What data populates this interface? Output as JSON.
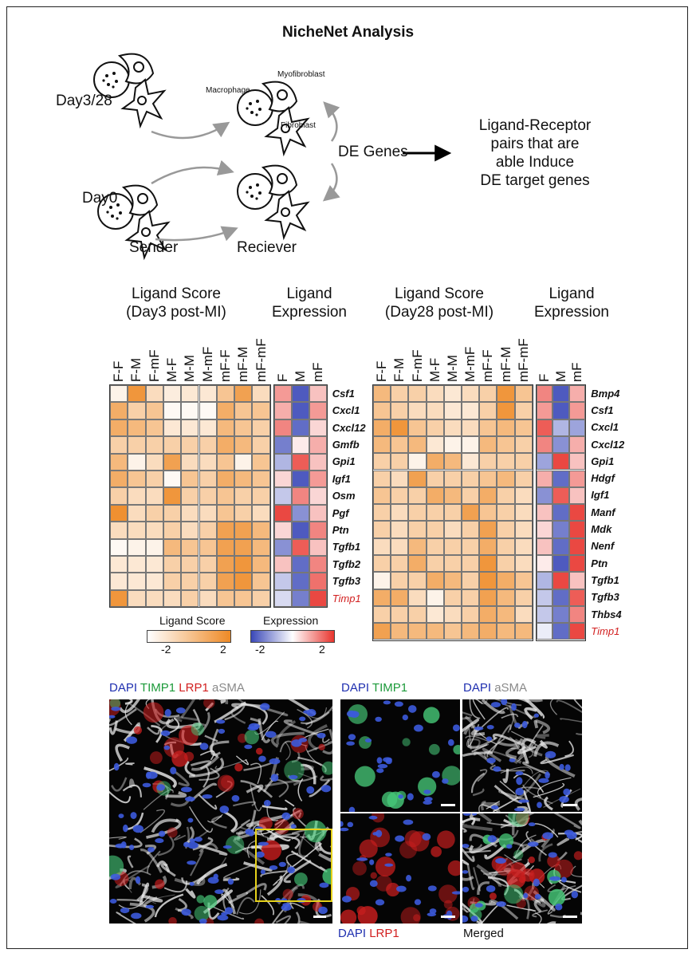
{
  "title": "NicheNet Analysis",
  "schematic": {
    "day_top": "Day3/28",
    "day_bottom": "Day0",
    "sender": "Sender",
    "receiver": "Reciever",
    "macrophage": "Macrophage",
    "myofibroblast": "Myofibroblast",
    "fibroblast": "Fibroblast",
    "de_genes": "DE Genes",
    "result_lines": [
      "Ligand-Receptor",
      "pairs that are",
      "able Induce",
      "DE target genes"
    ]
  },
  "heatmap_left": {
    "score_title": [
      "Ligand Score",
      "(Day3 post-MI)"
    ],
    "expr_title": [
      "Ligand",
      "Expression"
    ],
    "score_cols": [
      "F-F",
      "F-M",
      "F-mF",
      "M-F",
      "M-M",
      "M-mF",
      "mF-F",
      "mF-M",
      "mF-mF"
    ],
    "expr_cols": [
      "F",
      "M",
      "mF"
    ],
    "rows": [
      "Csf1",
      "Cxcl1",
      "Cxcl12",
      "Gmfb",
      "Gpi1",
      "Igf1",
      "Osm",
      "Pgf",
      "Ptn",
      "Tgfb1",
      "Tgfb2",
      "Tgfb3",
      "Timp1"
    ],
    "highlight_row": "Timp1",
    "score": [
      [
        0.1,
        0.9,
        0.3,
        0.15,
        0.2,
        0.2,
        0.5,
        0.8,
        0.3
      ],
      [
        0.7,
        0.4,
        0.5,
        0.05,
        0.05,
        0.05,
        0.7,
        0.5,
        0.5
      ],
      [
        0.7,
        0.6,
        0.5,
        0.2,
        0.2,
        0.2,
        0.6,
        0.5,
        0.4
      ],
      [
        0.4,
        0.4,
        0.4,
        0.4,
        0.4,
        0.4,
        0.7,
        0.6,
        0.4
      ],
      [
        0.6,
        0.1,
        0.3,
        0.8,
        0.3,
        0.3,
        0.5,
        0.1,
        0.5
      ],
      [
        0.7,
        0.5,
        0.4,
        0.05,
        0.5,
        0.4,
        0.7,
        0.6,
        0.5
      ],
      [
        0.4,
        0.3,
        0.3,
        0.9,
        0.4,
        0.4,
        0.5,
        0.4,
        0.4
      ],
      [
        0.95,
        0.3,
        0.4,
        0.4,
        0.3,
        0.3,
        0.5,
        0.4,
        0.3
      ],
      [
        0.3,
        0.3,
        0.3,
        0.4,
        0.3,
        0.4,
        0.8,
        0.8,
        0.6
      ],
      [
        0.05,
        0.1,
        0.1,
        0.6,
        0.5,
        0.5,
        0.8,
        0.8,
        0.6
      ],
      [
        0.2,
        0.2,
        0.2,
        0.4,
        0.4,
        0.4,
        0.8,
        0.9,
        0.6
      ],
      [
        0.2,
        0.2,
        0.2,
        0.4,
        0.4,
        0.4,
        0.8,
        0.9,
        0.5
      ],
      [
        0.9,
        0.3,
        0.3,
        0.3,
        0.4,
        0.3,
        0.5,
        0.5,
        0.4
      ]
    ],
    "expression": [
      [
        0.5,
        -0.9,
        0.3
      ],
      [
        0.4,
        -0.9,
        0.5
      ],
      [
        0.6,
        -0.8,
        0.2
      ],
      [
        -0.7,
        0.1,
        0.4
      ],
      [
        -0.4,
        0.8,
        0.3
      ],
      [
        0.2,
        -0.9,
        0.5
      ],
      [
        -0.3,
        0.6,
        0.2
      ],
      [
        0.9,
        -0.6,
        0.3
      ],
      [
        0.2,
        -0.9,
        0.6
      ],
      [
        -0.6,
        0.8,
        0.3
      ],
      [
        0.3,
        -0.8,
        0.6
      ],
      [
        -0.3,
        -0.8,
        0.7
      ],
      [
        -0.2,
        -0.7,
        0.9
      ]
    ],
    "legend": {
      "score_label": "Ligand Score",
      "score_min": "-2",
      "score_max": "2",
      "expr_label": "Expression",
      "expr_min": "-2",
      "expr_max": "2"
    }
  },
  "heatmap_right": {
    "score_title": [
      "Ligand Score",
      "(Day28 post-MI)"
    ],
    "expr_title": [
      "Ligand",
      "Expression"
    ],
    "score_cols": [
      "F-F",
      "F-M",
      "F-mF",
      "M-F",
      "M-M",
      "M-mF",
      "mF-F",
      "mF-M",
      "mF-mF"
    ],
    "expr_cols": [
      "F",
      "M",
      "mF"
    ],
    "rows": [
      "Bmp4",
      "Csf1",
      "Cxcl1",
      "Cxcl12",
      "Gpi1",
      "Hdgf",
      "Igf1",
      "Manf",
      "Mdk",
      "Nenf",
      "Ptn",
      "Tgfb1",
      "Tgfb3",
      "Thbs4",
      "Timp1"
    ],
    "highlight_row": "Timp1",
    "score": [
      [
        0.6,
        0.4,
        0.4,
        0.3,
        0.2,
        0.3,
        0.4,
        0.9,
        0.5
      ],
      [
        0.5,
        0.4,
        0.3,
        0.3,
        0.2,
        0.2,
        0.4,
        0.9,
        0.4
      ],
      [
        0.7,
        0.9,
        0.5,
        0.4,
        0.3,
        0.3,
        0.5,
        0.6,
        0.5
      ],
      [
        0.6,
        0.5,
        0.6,
        0.2,
        0.1,
        0.1,
        0.6,
        0.5,
        0.4
      ],
      [
        0.4,
        0.4,
        0.1,
        0.7,
        0.6,
        0.2,
        0.4,
        0.4,
        0.4
      ],
      [
        0.4,
        0.3,
        0.8,
        0.4,
        0.4,
        0.4,
        0.5,
        0.6,
        0.4
      ],
      [
        0.5,
        0.4,
        0.4,
        0.7,
        0.6,
        0.4,
        0.7,
        0.4,
        0.3
      ],
      [
        0.4,
        0.3,
        0.4,
        0.4,
        0.4,
        0.8,
        0.5,
        0.4,
        0.3
      ],
      [
        0.4,
        0.3,
        0.4,
        0.4,
        0.3,
        0.4,
        0.8,
        0.4,
        0.3
      ],
      [
        0.3,
        0.3,
        0.6,
        0.4,
        0.4,
        0.4,
        0.7,
        0.4,
        0.3
      ],
      [
        0.4,
        0.4,
        0.7,
        0.4,
        0.4,
        0.4,
        0.9,
        0.4,
        0.3
      ],
      [
        0.1,
        0.4,
        0.4,
        0.7,
        0.6,
        0.4,
        0.9,
        0.7,
        0.5
      ],
      [
        0.7,
        0.7,
        0.3,
        0.1,
        0.4,
        0.4,
        0.8,
        0.6,
        0.4
      ],
      [
        0.4,
        0.4,
        0.4,
        0.2,
        0.3,
        0.4,
        0.7,
        0.6,
        0.3
      ],
      [
        0.8,
        0.6,
        0.6,
        0.6,
        0.5,
        0.6,
        0.7,
        0.6,
        0.6
      ]
    ],
    "expression": [
      [
        0.6,
        -0.9,
        0.4
      ],
      [
        0.5,
        -0.9,
        0.5
      ],
      [
        0.8,
        -0.4,
        -0.5
      ],
      [
        0.6,
        -0.6,
        0.4
      ],
      [
        -0.5,
        0.9,
        0.3
      ],
      [
        0.4,
        -0.8,
        0.5
      ],
      [
        -0.6,
        0.8,
        0.3
      ],
      [
        0.3,
        -0.8,
        0.9
      ],
      [
        0.2,
        -0.7,
        0.9
      ],
      [
        0.3,
        -0.8,
        0.9
      ],
      [
        0.1,
        -0.9,
        0.9
      ],
      [
        -0.4,
        0.9,
        0.3
      ],
      [
        -0.3,
        -0.8,
        0.8
      ],
      [
        -0.3,
        -0.7,
        0.6
      ],
      [
        -0.1,
        -0.8,
        0.9
      ]
    ]
  },
  "microscopy": {
    "main_label": [
      {
        "text": "DAPI",
        "color": "#1f2fb0"
      },
      {
        "text": "TIMP1",
        "color": "#1c9a3a"
      },
      {
        "text": "LRP1",
        "color": "#d21f1f"
      },
      {
        "text": "aSMA",
        "color": "#8a8a8a"
      }
    ],
    "panel_tl_label": [
      {
        "text": "DAPI",
        "color": "#1f2fb0"
      },
      {
        "text": "TIMP1",
        "color": "#1c9a3a"
      }
    ],
    "panel_tr_label": [
      {
        "text": "DAPI",
        "color": "#1f2fb0"
      },
      {
        "text": "aSMA",
        "color": "#8a8a8a"
      }
    ],
    "panel_bl_label": [
      {
        "text": "DAPI",
        "color": "#1f2fb0"
      },
      {
        "text": "LRP1",
        "color": "#d21f1f"
      }
    ],
    "panel_br_label": [
      {
        "text": "Merged",
        "color": "#111111"
      }
    ]
  },
  "colors": {
    "score_low": "#ffffff",
    "score_high": "#ee8a26",
    "expr_low": "#3a48b8",
    "expr_mid": "#ffffff",
    "expr_high": "#e8342d",
    "highlight": "#d21f1f"
  }
}
